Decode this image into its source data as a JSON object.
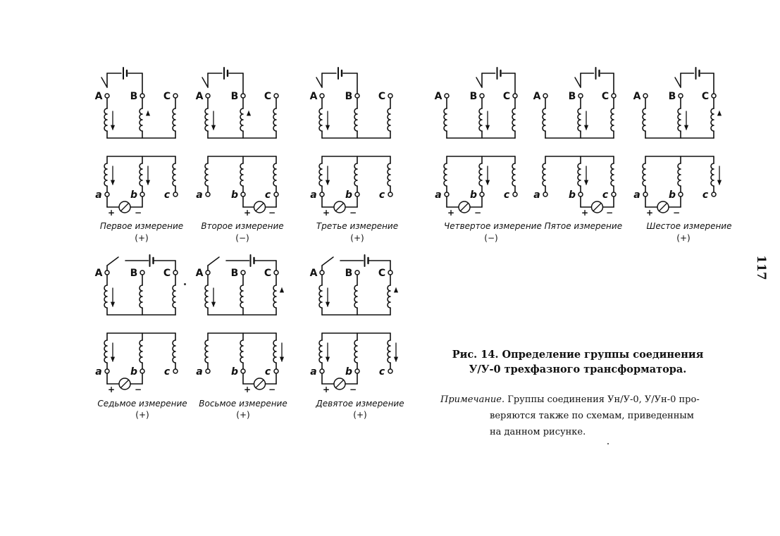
{
  "figure": {
    "title_line1": "Рис. 14. Определение группы соединения",
    "title_line2": "У/У-0 трехфазного трансформатора.",
    "note_label": "Примечание.",
    "note_line1": "Группы соединения Ун/У-0, У/Ун-0 про-",
    "note_line2": "веряются также по схемам, приведенным",
    "note_line3": "на данном рисунке."
  },
  "page_number": "117",
  "terminals": {
    "primary": [
      "A",
      "B",
      "C"
    ],
    "secondary": [
      "a",
      "b",
      "c"
    ],
    "polarity": [
      "+",
      "−"
    ]
  },
  "diagrams": [
    {
      "caption": "Первое измерение",
      "sign": "(+)"
    },
    {
      "caption": "Второе измерение",
      "sign": "(−)"
    },
    {
      "caption": "Третье измерение",
      "sign": "(+)"
    },
    {
      "caption": "Четвертое измерение Пятое измерение",
      "sign": "(−)"
    },
    {
      "caption": "",
      "sign": ""
    },
    {
      "caption": "Шестое измерение",
      "sign": "(+)"
    },
    {
      "caption": "Седьмое измерение",
      "sign": "(+)"
    },
    {
      "caption": "Восьмое измерение",
      "sign": "(+)"
    },
    {
      "caption": "Девятое измерение",
      "sign": "(+)"
    }
  ]
}
